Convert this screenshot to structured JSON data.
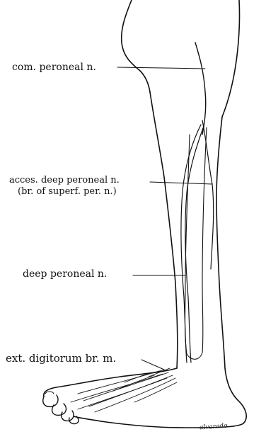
{
  "figure": {
    "labels": {
      "common_peroneal": "com. peroneal n.",
      "accessory_line1": "acces. deep peroneal n.",
      "accessory_line2": "(br. of superf. per. n.)",
      "deep_peroneal": "deep peroneal n.",
      "ext_digitorum": "ext. digitorum br. m."
    },
    "signature": "alvarado"
  },
  "colors": {
    "ink": "#111111",
    "background": "#ffffff"
  }
}
